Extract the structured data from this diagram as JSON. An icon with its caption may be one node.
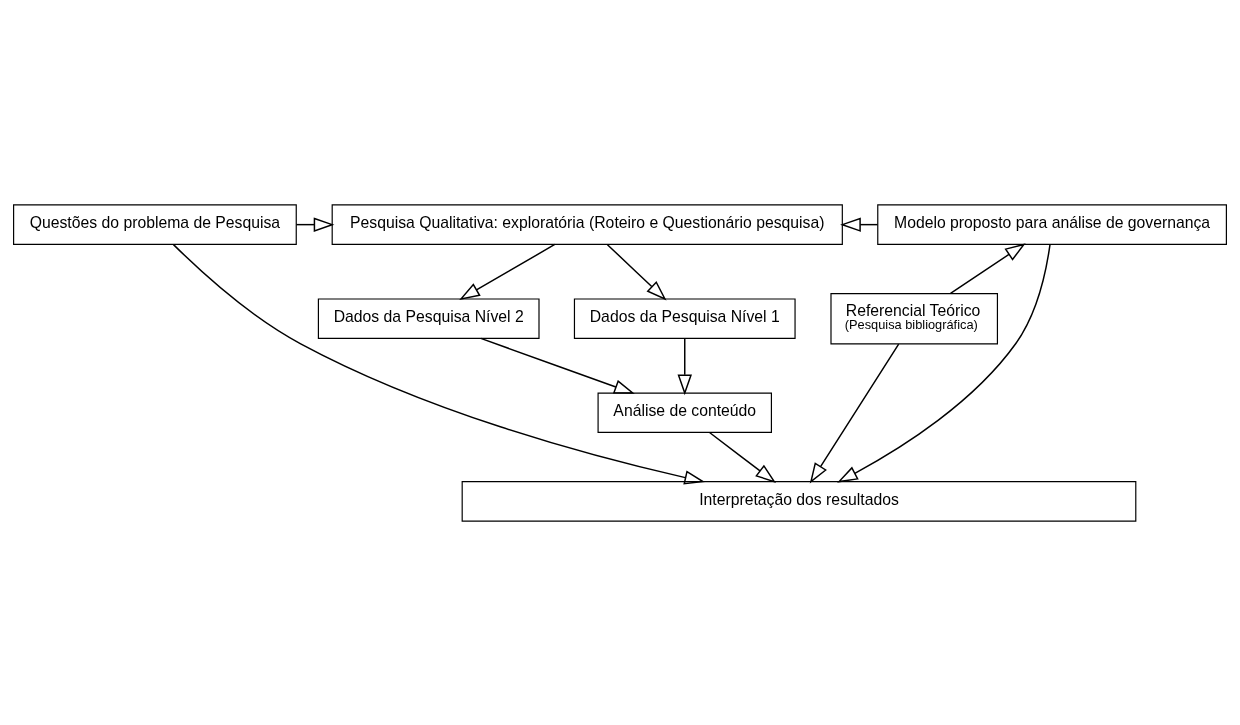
{
  "diagram": {
    "nodes": [
      {
        "text": [
          "Questões do problema de Pesquisa"
        ]
      },
      {
        "text": [
          "Pesquisa Qualitativa: exploratória (Roteiro e Questionário pesquisa)"
        ]
      },
      {
        "text": [
          "Modelo proposto para análise de governança"
        ]
      },
      {
        "text": [
          "Dados da Pesquisa Nível 1"
        ]
      },
      {
        "text": [
          "Dados da Pesquisa Nível 2"
        ]
      },
      {
        "text": [
          "Referencial Teórico",
          "(Pesquisa bibliográfica)"
        ]
      },
      {
        "text": [
          "Análise de conteúdo"
        ]
      },
      {
        "text": [
          "Interpretação dos resultados"
        ]
      }
    ],
    "edges": [
      {
        "from": 0,
        "to": 1,
        "arrow": "to"
      },
      {
        "from": 2,
        "to": 1,
        "arrow": "to"
      },
      {
        "from": 1,
        "to": 3,
        "arrow": "to"
      },
      {
        "from": 1,
        "to": 4,
        "arrow": "to"
      },
      {
        "from": 5,
        "to": 2,
        "arrow": "to"
      },
      {
        "from": 3,
        "to": 6,
        "arrow": "to"
      },
      {
        "from": 4,
        "to": 6,
        "arrow": "to"
      },
      {
        "from": 0,
        "to": 7,
        "arrow": "to"
      },
      {
        "from": 6,
        "to": 7,
        "arrow": "to"
      },
      {
        "from": 2,
        "to": 7,
        "arrow": "to"
      },
      {
        "from": 5,
        "to": 7,
        "arrow": "to"
      }
    ]
  }
}
